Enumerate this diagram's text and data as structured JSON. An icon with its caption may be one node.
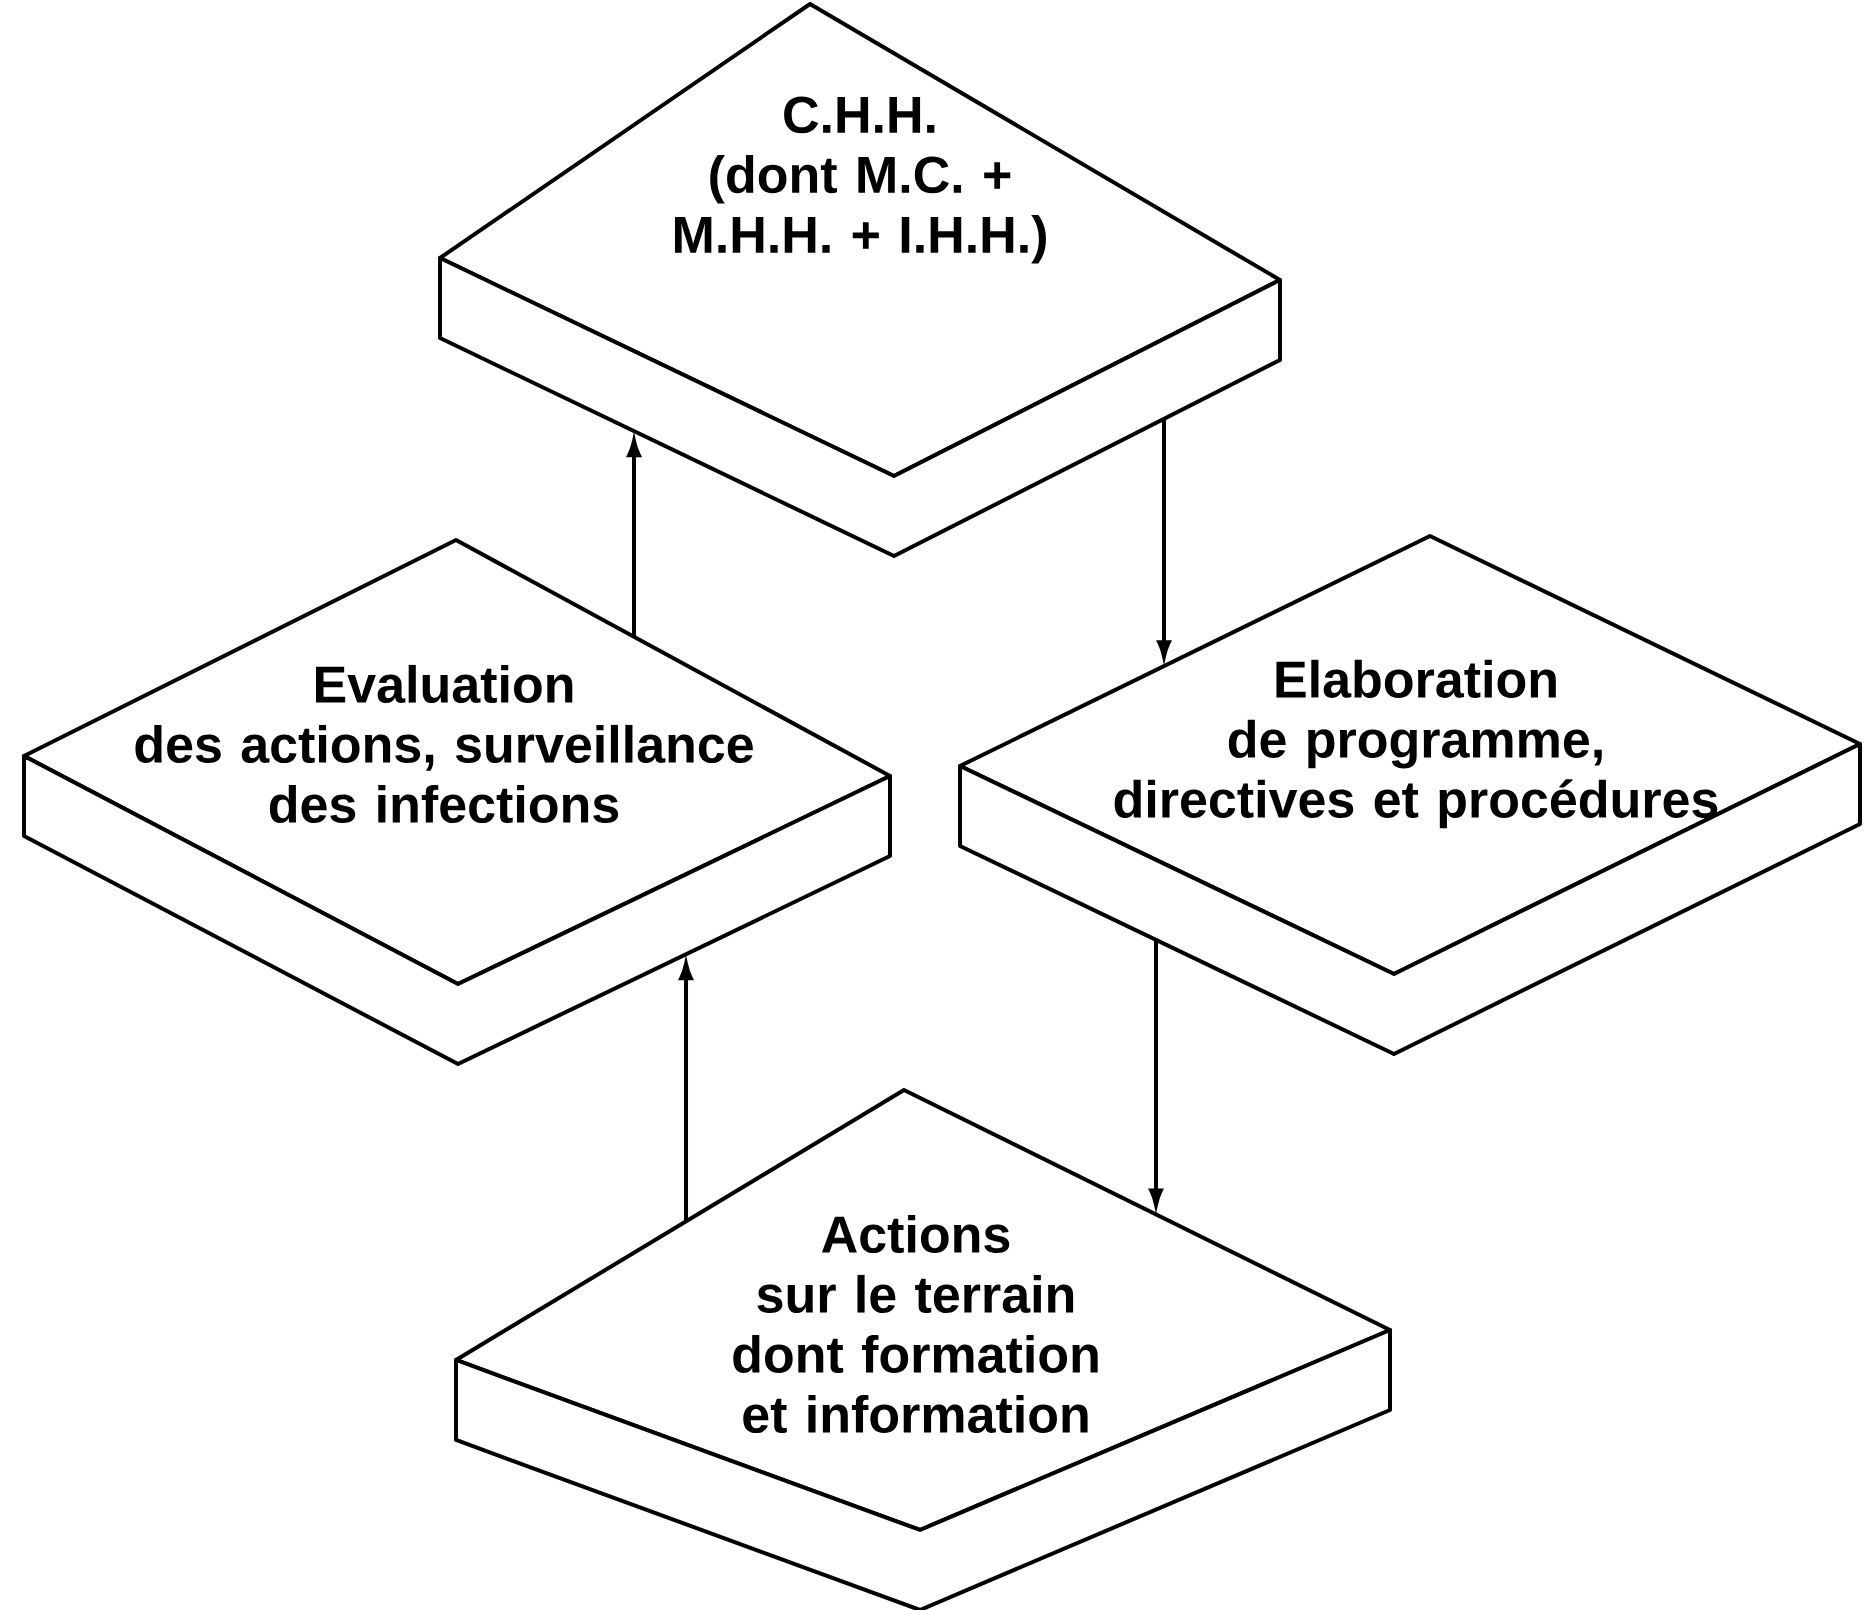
{
  "diagram": {
    "nodes": [
      {
        "text": [
          "C.H.H.",
          "(dont M.C. + M.H.H. + I.H.H.)"
        ]
      },
      {
        "text": [
          "Evaluation",
          "des actions, surveillance des infections"
        ]
      },
      {
        "text": [
          "Elaboration",
          "de programme, directives et procédures"
        ]
      },
      {
        "text": [
          "Actions",
          "sur le terrain dont formation et information"
        ]
      }
    ],
    "edges": [
      {
        "from": 1,
        "to": 0,
        "arrow": "to"
      },
      {
        "from": 0,
        "to": 2,
        "arrow": "to"
      },
      {
        "from": 2,
        "to": 3,
        "arrow": "to"
      },
      {
        "from": 3,
        "to": 1,
        "arrow": "to"
      }
    ]
  }
}
